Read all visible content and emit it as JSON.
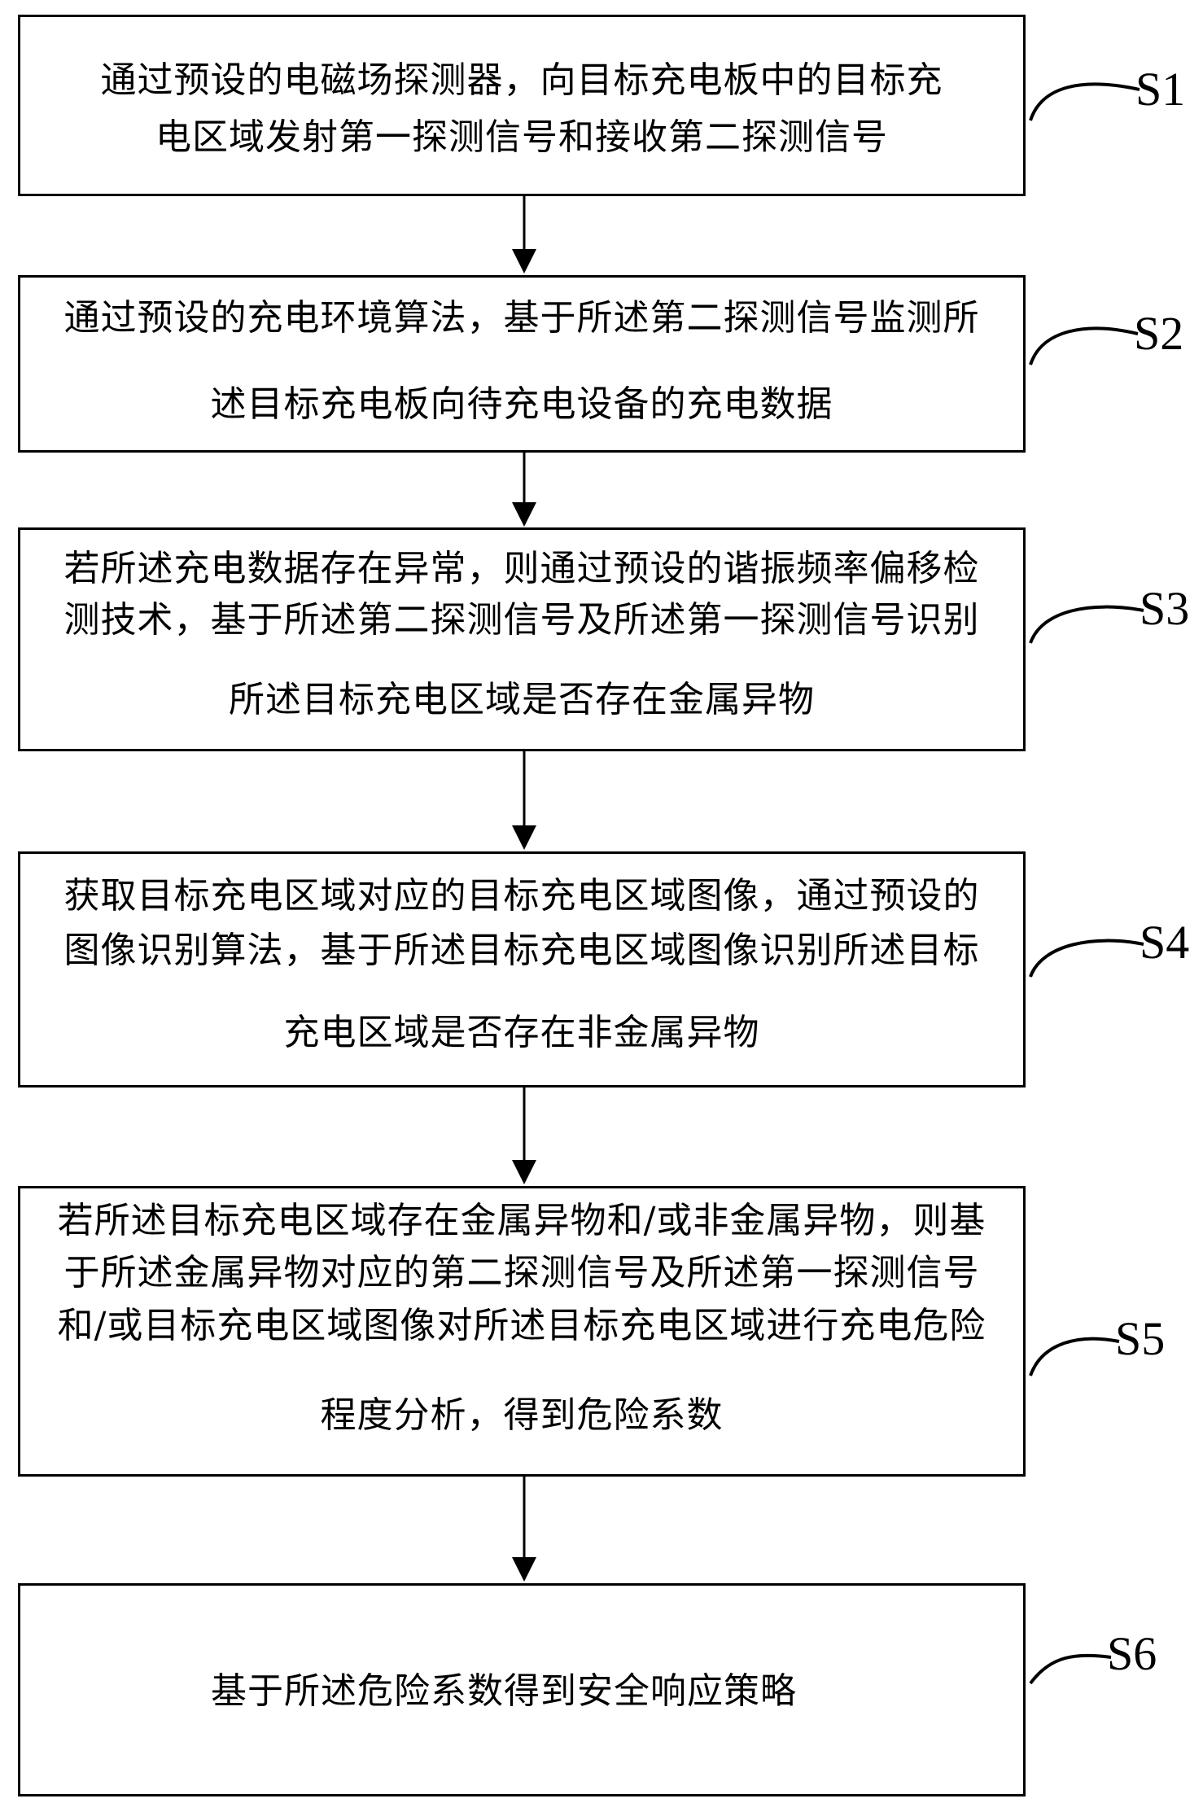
{
  "steps": [
    {
      "label": "S1",
      "lines": [
        "通过预设的电磁场探测器，向目标充电板中的目标充",
        "电区域发射第一探测信号和接收第二探测信号"
      ]
    },
    {
      "label": "S2",
      "lines": [
        "通过预设的充电环境算法，基于所述第二探测信号监测所",
        "述目标充电板向待充电设备的充电数据"
      ]
    },
    {
      "label": "S3",
      "lines": [
        "若所述充电数据存在异常，则通过预设的谐振频率偏移检",
        "测技术，基于所述第二探测信号及所述第一探测信号识别",
        "所述目标充电区域是否存在金属异物"
      ]
    },
    {
      "label": "S4",
      "lines": [
        "获取目标充电区域对应的目标充电区域图像，通过预设的",
        "图像识别算法，基于所述目标充电区域图像识别所述目标",
        "充电区域是否存在非金属异物"
      ]
    },
    {
      "label": "S5",
      "lines": [
        "若所述目标充电区域存在金属异物和/或非金属异物，则基",
        "于所述金属异物对应的第二探测信号及所述第一探测信号",
        "和/或目标充电区域图像对所述目标充电区域进行充电危险",
        "程度分析，得到危险系数"
      ]
    },
    {
      "label": "S6",
      "lines": [
        "基于所述危险系数得到安全响应策略"
      ]
    }
  ]
}
